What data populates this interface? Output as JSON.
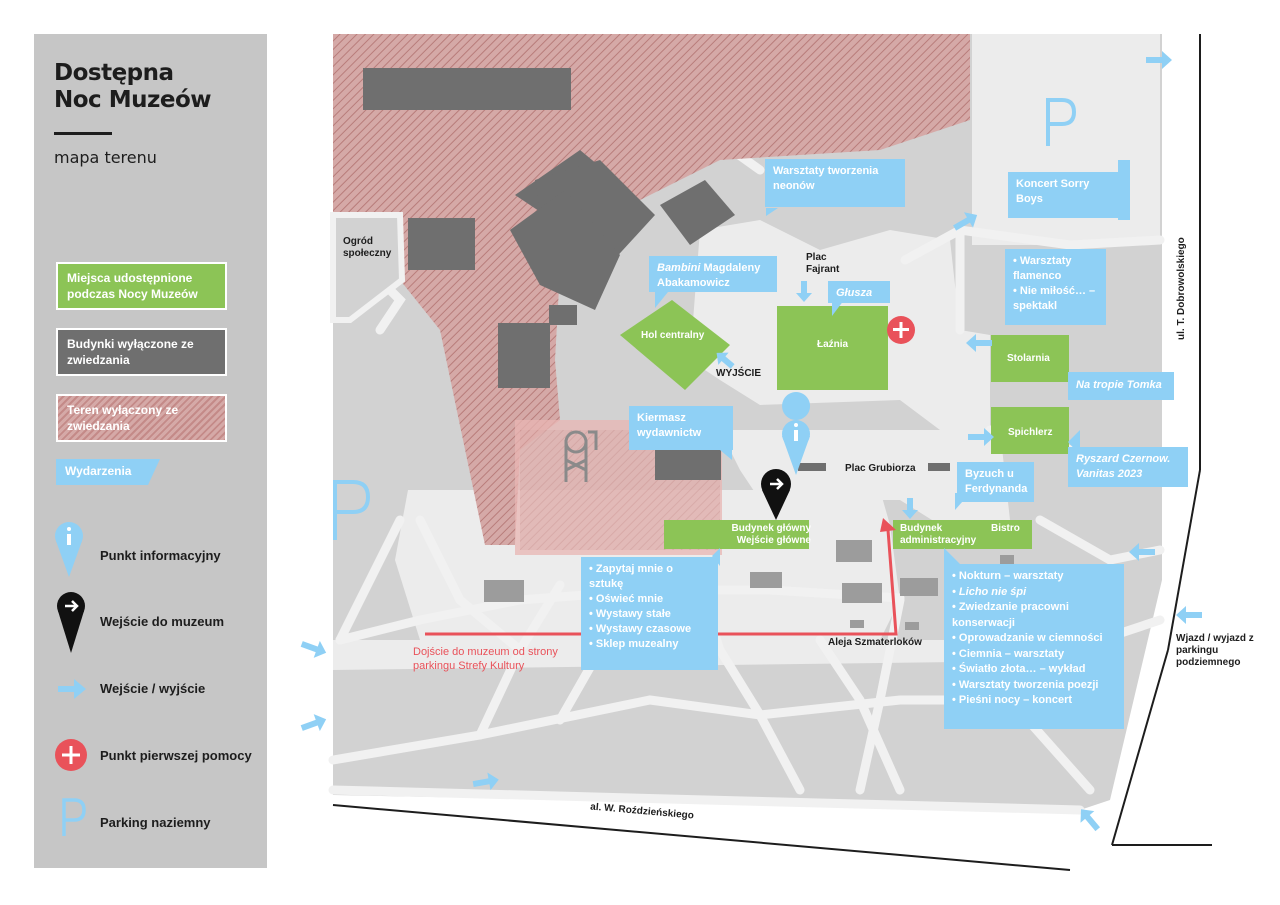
{
  "legend": {
    "title_line1": "Dostępna",
    "title_line2": "Noc Muzeów",
    "subtitle": "mapa terenu",
    "open_places": "Miejsca udostępnione podczas Nocy Muzeów",
    "closed_buildings": "Budynki wyłączone ze zwiedzania",
    "closed_area": "Teren wyłączony ze zwiedzania",
    "events": "Wydarzenia",
    "info_point": "Punkt informacyjny",
    "museum_entrance": "Wejście do muzeum",
    "entry_exit": "Wejście / wyjście",
    "first_aid": "Punkt pierwszej pomocy",
    "parking": "Parking naziemny"
  },
  "colors": {
    "green": "#8cc456",
    "gray_building": "#6f6f6f",
    "hatch": "#d5a9a7",
    "blue": "#8fd0f5",
    "red": "#e9525a",
    "ground": "#d2d2d2",
    "path": "#f1f1f1"
  },
  "places": {
    "ogrod": "Ogród społeczny",
    "hol": "Hol centralny",
    "laznia": "Łaźnia",
    "stolarnia": "Stolarnia",
    "spichlerz": "Spichlerz",
    "plac_fajrant": "Plac Fajrant",
    "wyjscie": "WYJŚCIE",
    "plac_grubiorza": "Plac Grubiorza",
    "budynek_glowny": "Budynek główny Wejście główne",
    "budynek_admin": "Budynek administracyjny",
    "bistro": "Bistro",
    "aleja": "Aleja Szmaterloków",
    "ul_dobrowolskiego": "ul. T. Dobrowolskiego",
    "al_rozdzienskiego": "al. W. Roździeńskiego",
    "wjazd": "Wjazd / wyjazd z parkingu podziemnego",
    "dojscie": "Dojście do muzeum od strony parkingu Strefy Kultury"
  },
  "events": {
    "neony": "Warsztaty tworzenia neonów",
    "koncert": "Koncert Sorry Boys",
    "bambini_italic": "Bambini",
    "bambini_rest": "Magdaleny Abakamowicz",
    "glusza": "Głusza",
    "flamenco": [
      "Warsztaty flamenco",
      "Nie miłość… – spektakl"
    ],
    "tomek": "Na tropie Tomka",
    "kiermasz": "Kiermasz wydawnictw",
    "ryszard": "Ryszard Czernow. Vanitas 2023",
    "byzuch": "Byzuch u Ferdynanda",
    "zapytaj": [
      "Zapytaj mnie o sztukę",
      "Oświeć mnie",
      "Wystawy stałe",
      "Wystawy czasowe",
      "Sklep muzealny"
    ],
    "nokturn": [
      "Nokturn – warsztaty",
      "Licho nie śpi",
      "Zwiedzanie pracowni konserwacji",
      "Oprowadzanie w ciemności",
      "Ciemnia – warsztaty",
      "Światło złota… – wykład",
      "Warsztaty tworzenia poezji",
      "Pieśni nocy – koncert"
    ]
  }
}
